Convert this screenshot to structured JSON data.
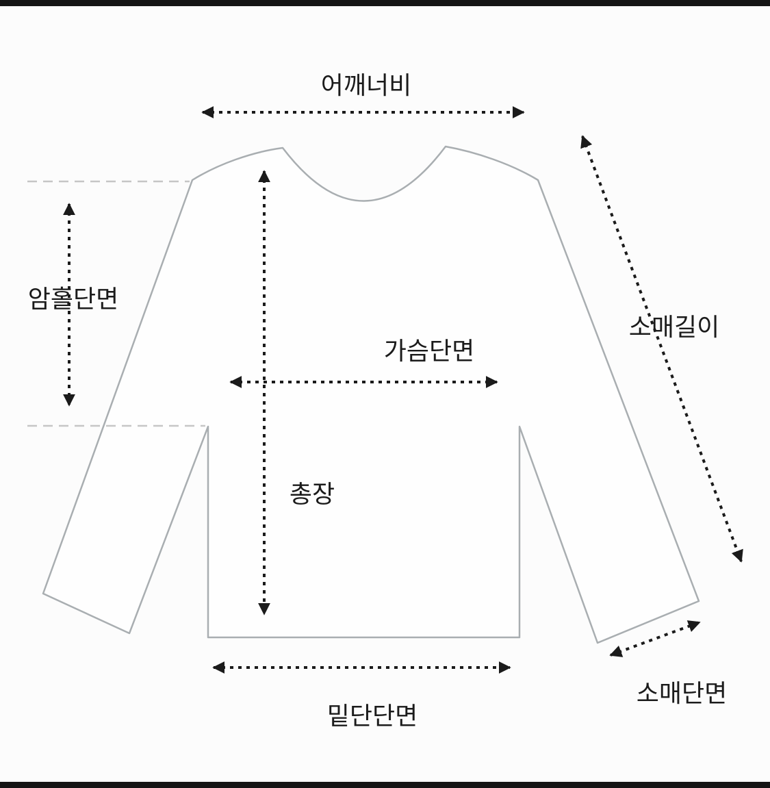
{
  "colors": {
    "bg": "#fcfcfc",
    "accent": "#1b1b1b",
    "outline": "#a9aeb1",
    "guide": "#c6c6c6",
    "garment_fill": "#fefefe",
    "edge_bar": "#151515"
  },
  "labels": {
    "shoulder_width": "어깨너비",
    "armhole": "암홀단면",
    "sleeve_length": "소매길이",
    "chest": "가슴단면",
    "total_length": "총장",
    "hem": "밑단단면",
    "cuff": "소매단면"
  }
}
